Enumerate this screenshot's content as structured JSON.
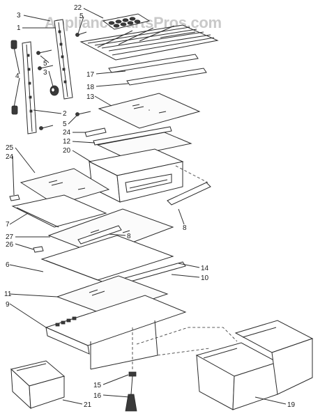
{
  "watermark": "AppliancePartsPros.com",
  "callouts": [
    {
      "id": "c3a",
      "text": "3"
    },
    {
      "id": "c1",
      "text": "1"
    },
    {
      "id": "c22",
      "text": "22"
    },
    {
      "id": "c5a",
      "text": "5"
    },
    {
      "id": "c4",
      "text": "4"
    },
    {
      "id": "c5b",
      "text": "5"
    },
    {
      "id": "c3b",
      "text": "3"
    },
    {
      "id": "c17",
      "text": "17"
    },
    {
      "id": "c18",
      "text": "18"
    },
    {
      "id": "c13",
      "text": "13"
    },
    {
      "id": "c2",
      "text": "2"
    },
    {
      "id": "c5c",
      "text": "5"
    },
    {
      "id": "c24a",
      "text": "24"
    },
    {
      "id": "c12",
      "text": "12"
    },
    {
      "id": "c20",
      "text": "20"
    },
    {
      "id": "c25",
      "text": "25"
    },
    {
      "id": "c24b",
      "text": "24"
    },
    {
      "id": "c8a",
      "text": "8"
    },
    {
      "id": "c7",
      "text": "7"
    },
    {
      "id": "c27",
      "text": "27"
    },
    {
      "id": "c26",
      "text": "26"
    },
    {
      "id": "c8b",
      "text": "8"
    },
    {
      "id": "c14",
      "text": "14"
    },
    {
      "id": "c10",
      "text": "10"
    },
    {
      "id": "c6",
      "text": "6"
    },
    {
      "id": "c11",
      "text": "11"
    },
    {
      "id": "c9",
      "text": "9"
    },
    {
      "id": "c15",
      "text": "15"
    },
    {
      "id": "c16",
      "text": "16"
    },
    {
      "id": "c21",
      "text": "21"
    },
    {
      "id": "c19",
      "text": "19"
    }
  ]
}
